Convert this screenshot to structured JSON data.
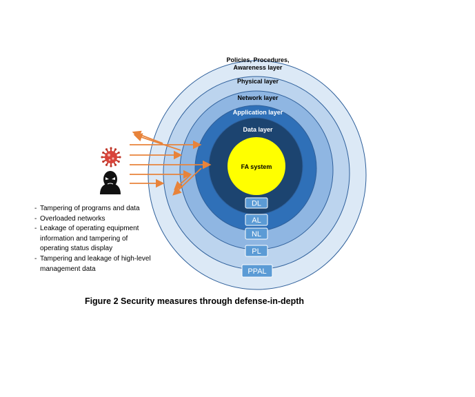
{
  "diagram": {
    "layers": [
      {
        "name_lines": [
          "Policies, Procedures,",
          "Awareness layer"
        ],
        "abbr": "PPAL",
        "fill": "#dce9f6",
        "text_color": "#000000"
      },
      {
        "name_lines": [
          "Physical layer"
        ],
        "abbr": "PL",
        "fill": "#bcd4ee",
        "text_color": "#000000"
      },
      {
        "name_lines": [
          "Network layer"
        ],
        "abbr": "NL",
        "fill": "#8fb6e2",
        "text_color": "#000000"
      },
      {
        "name_lines": [
          "Application layer"
        ],
        "abbr": "AL",
        "fill": "#2f70b8",
        "text_color": "#ffffff"
      },
      {
        "name_lines": [
          "Data layer"
        ],
        "abbr": "DL",
        "fill": "#1c4470",
        "text_color": "#ffffff"
      }
    ],
    "core": {
      "label": "FA system",
      "fill": "#ffff00"
    },
    "badge_fill": "#5b9bd5",
    "ring_stroke": "#2e5f9a",
    "arrow_color": "#e8833a"
  },
  "threat_icons": [
    "virus-icon",
    "hacker-icon"
  ],
  "threats": [
    {
      "lines": [
        "Tampering of programs and data"
      ]
    },
    {
      "lines": [
        "Overloaded networks"
      ]
    },
    {
      "lines": [
        "Leakage of operating equipment",
        "information and tampering of",
        "operating status display"
      ]
    },
    {
      "lines": [
        "Tampering and leakage of high-level",
        "management data"
      ]
    }
  ],
  "caption": "Figure 2 Security measures through defense-in-depth"
}
